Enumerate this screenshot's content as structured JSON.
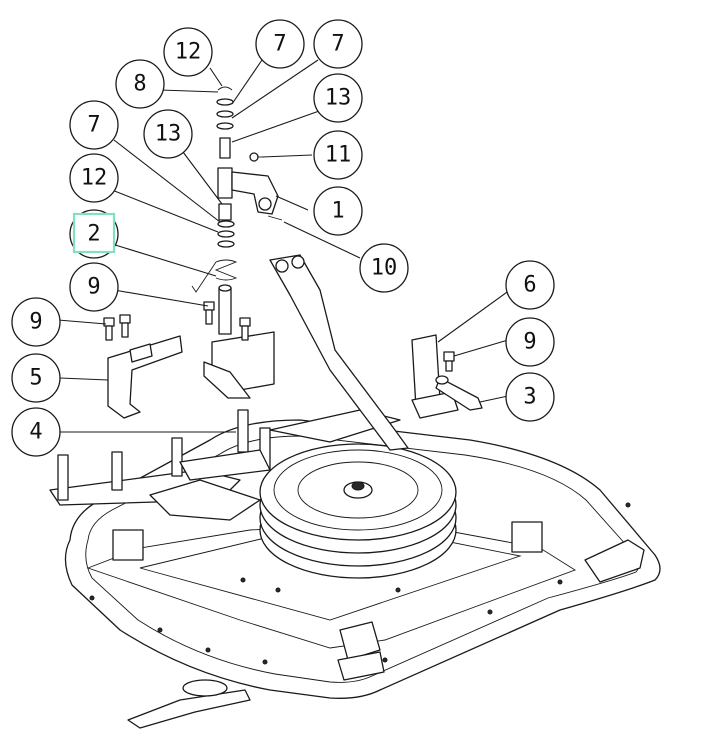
{
  "highlight_color": "#7fe0c4",
  "callouts": [
    {
      "label": "12"
    },
    {
      "label": "7"
    },
    {
      "label": "7"
    },
    {
      "label": "8"
    },
    {
      "label": "13"
    },
    {
      "label": "7"
    },
    {
      "label": "13"
    },
    {
      "label": "11"
    },
    {
      "label": "12"
    },
    {
      "label": "1"
    },
    {
      "label": "2"
    },
    {
      "label": "10"
    },
    {
      "label": "9"
    },
    {
      "label": "6"
    },
    {
      "label": "9"
    },
    {
      "label": "9"
    },
    {
      "label": "5"
    },
    {
      "label": "3"
    },
    {
      "label": "4"
    }
  ]
}
